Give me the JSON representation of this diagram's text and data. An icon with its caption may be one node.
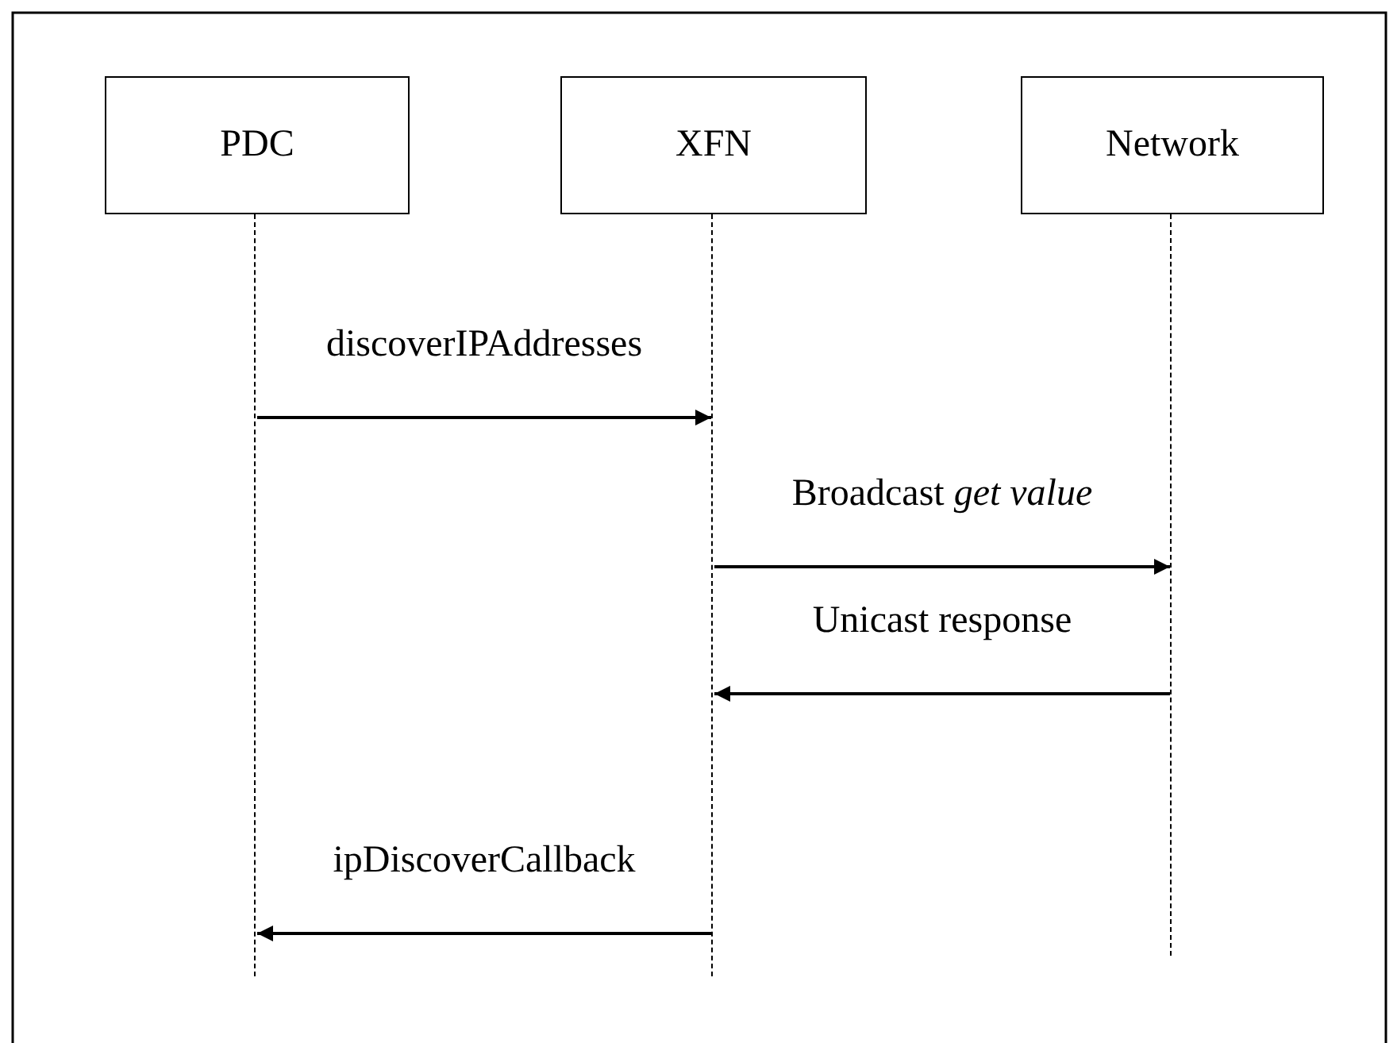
{
  "diagram": {
    "nodes": [
      {
        "text": [
          "PDC"
        ]
      },
      {
        "text": [
          "XFN"
        ]
      },
      {
        "text": [
          "Network"
        ]
      },
      {
        "text": [],
        "shape": "line"
      },
      {
        "text": [],
        "shape": "line"
      },
      {
        "text": [],
        "shape": "line"
      }
    ],
    "edges": [
      {
        "from": 3,
        "to": 4,
        "arrow": "to",
        "label": "discoverIPAddresses"
      },
      {
        "from": 4,
        "to": 5,
        "arrow": "to",
        "label": "Broadcast *get value*"
      },
      {
        "from": 5,
        "to": 4,
        "arrow": "to",
        "label": "Unicast response"
      },
      {
        "from": 4,
        "to": 3,
        "arrow": "to",
        "label": "ipDiscoverCallback"
      }
    ]
  }
}
